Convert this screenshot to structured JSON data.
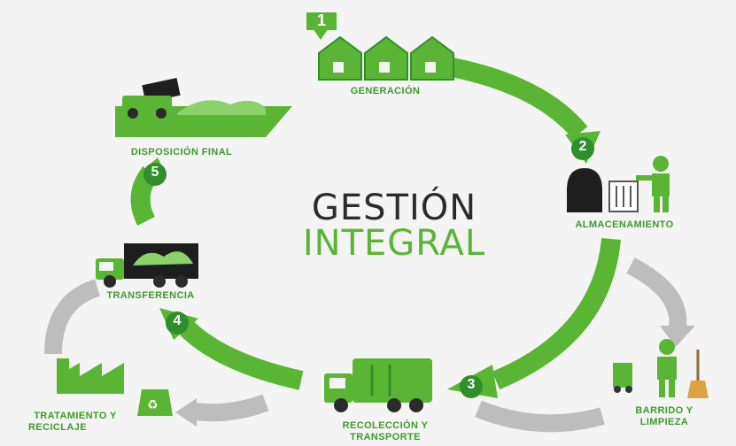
{
  "title": {
    "line1": "GESTIÓN",
    "line2": "INTEGRAL"
  },
  "colors": {
    "green": "#5bb534",
    "dark_green": "#2f8f2a",
    "gray": "#bdbdbd",
    "title_dark": "#2b2b2b",
    "label": "#3e9b2b",
    "background": "#f4f4f4"
  },
  "steps": [
    {
      "number": "1",
      "label": "GENERACIÓN",
      "icon": "houses-icon"
    },
    {
      "number": "2",
      "label": "ALMACENAMIENTO",
      "icon": "trash-bag-bin-person-icon"
    },
    {
      "number": "3",
      "label_line1": "RECOLECCIÓN Y",
      "label_line2": "TRANSPORTE",
      "icon": "garbage-truck-icon"
    },
    {
      "number": "4",
      "label": "TRANSFERENCIA",
      "icon": "transfer-truck-icon"
    },
    {
      "number": "5",
      "label": "DISPOSICIÓN FINAL",
      "icon": "landfill-truck-icon"
    }
  ],
  "branches": [
    {
      "label_line1": "BARRIDO Y",
      "label_line2": "LIMPIEZA",
      "icon": "sweeping-person-icon"
    },
    {
      "label_line1": "TRATAMIENTO Y",
      "label_line2": "RECICLAJE",
      "icon": "factory-recycle-icon"
    }
  ]
}
